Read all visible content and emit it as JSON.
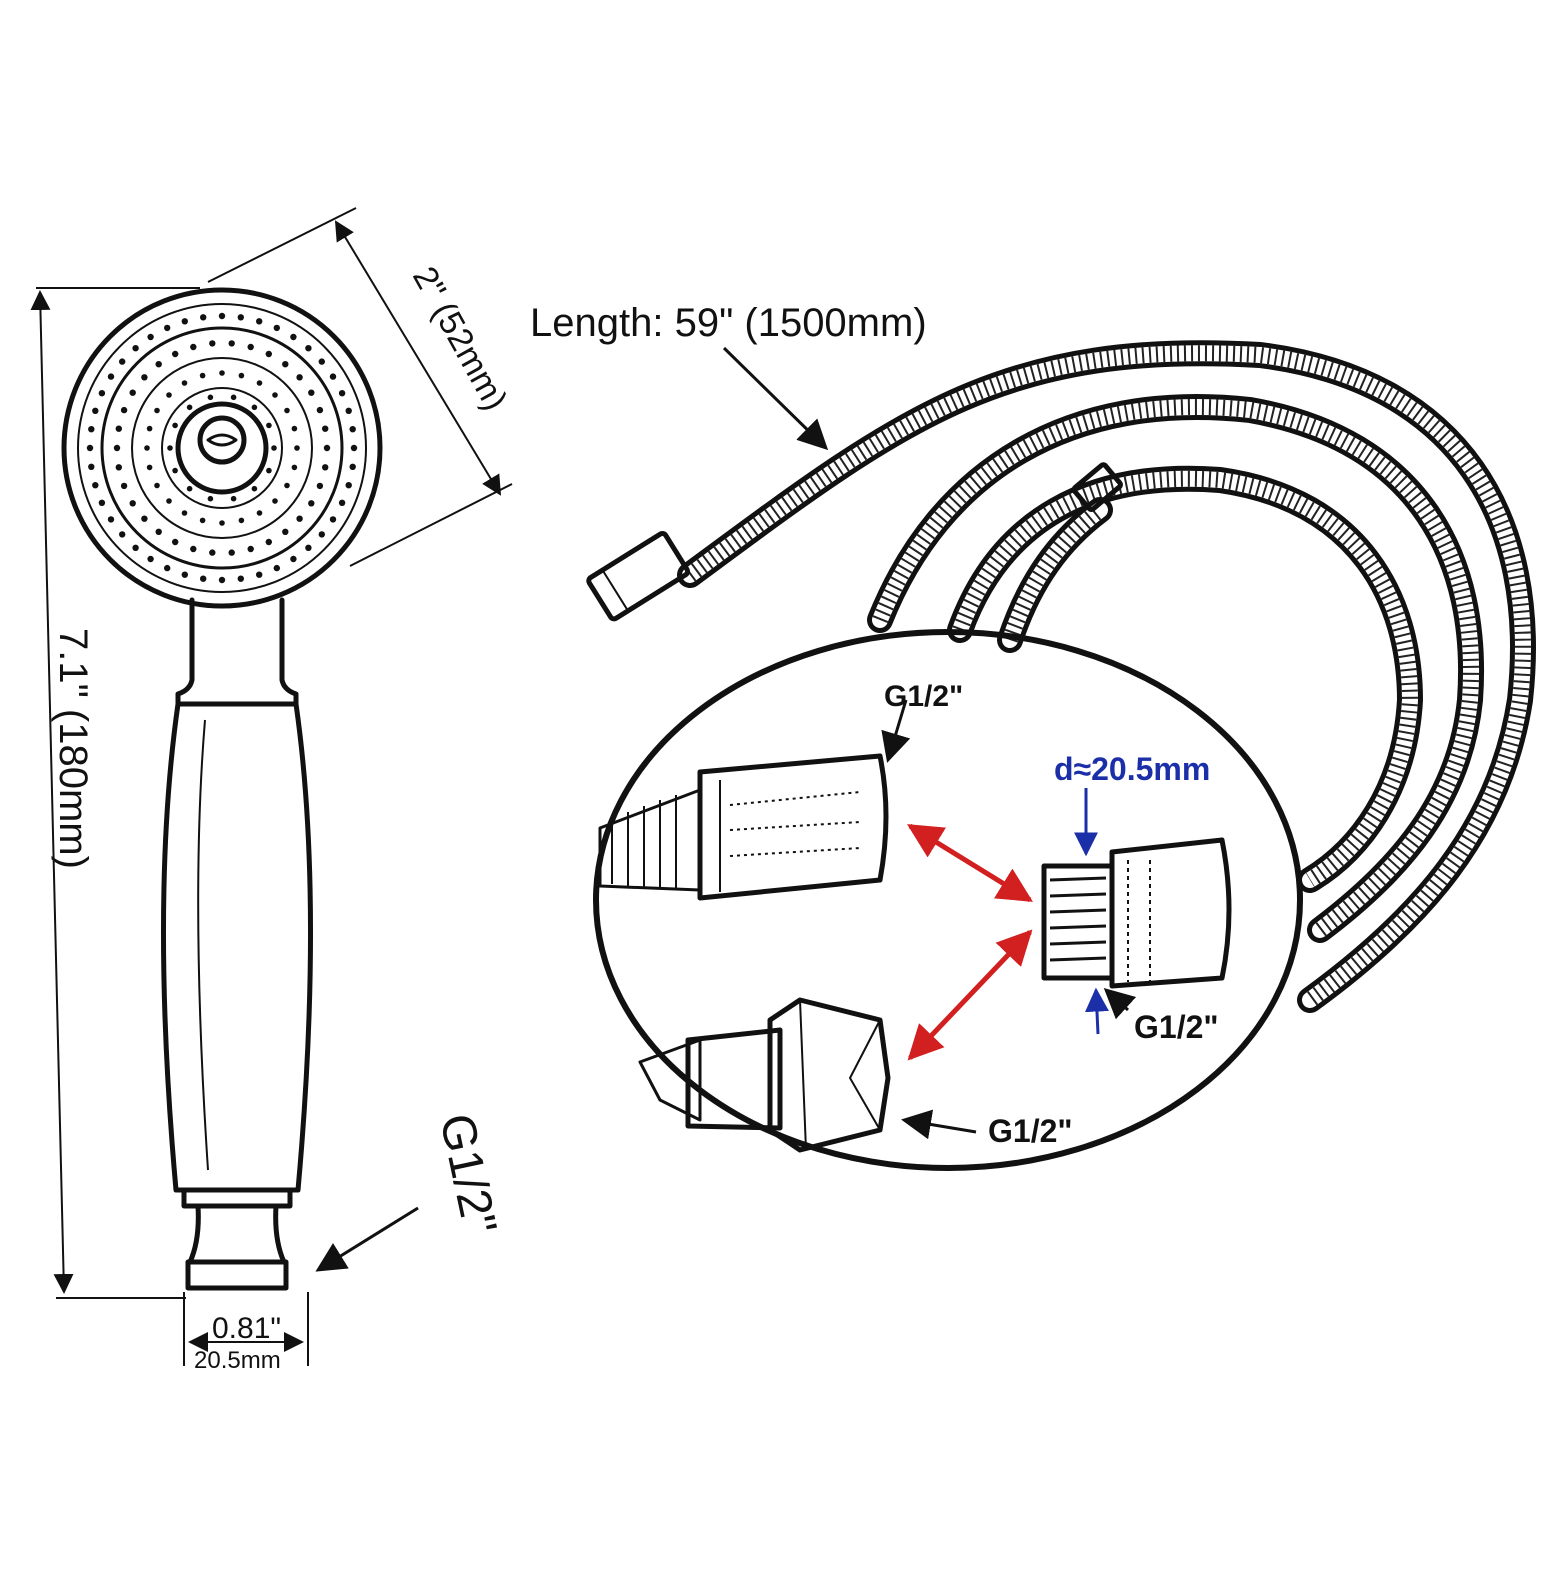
{
  "labels": {
    "head_diameter": "2\" (52mm)",
    "handle_length": "7.1\" (180mm)",
    "head_thread": "G1/2\"",
    "neck_width_in": "0.81\"",
    "neck_width_mm": "20.5mm",
    "hose_length": "Length: 59\" (1500mm)"
  },
  "inset": {
    "top_fitting_thread": "G1/2\"",
    "adapter_diameter": "d≈20.5mm",
    "adapter_thread": "G1/2\"",
    "bottom_fitting_thread": "G1/2\""
  },
  "colors": {
    "outline": "#111111",
    "arrow_red": "#d21f1f",
    "arrow_blue": "#1a2fa8",
    "background": "#ffffff"
  }
}
